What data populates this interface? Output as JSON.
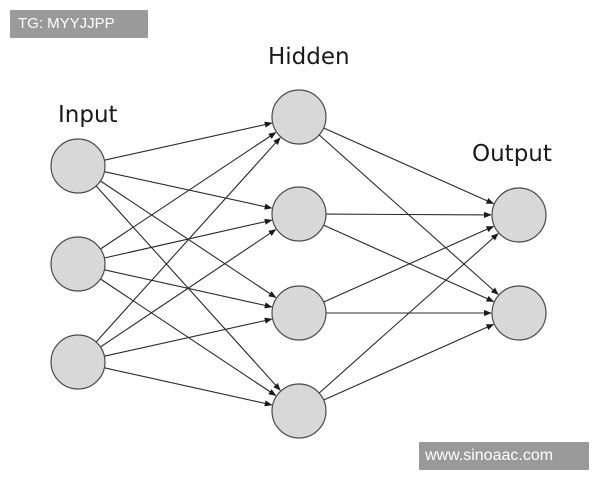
{
  "watermarks": {
    "top_left": "TG: MYYJJPP",
    "bottom_right": "www.sinoaac.com"
  },
  "layers": [
    {
      "id": "input",
      "label": "Input",
      "nodes": 3
    },
    {
      "id": "hidden",
      "label": "Hidden",
      "nodes": 4
    },
    {
      "id": "output",
      "label": "Output",
      "nodes": 2
    }
  ],
  "connectivity": "fully-connected",
  "colors": {
    "node_fill": "#d8d8d8",
    "node_stroke": "#4a4a4a",
    "edge": "#2a2a2a",
    "background": "#ffffff",
    "watermark_bg": "#9a9a9a"
  }
}
